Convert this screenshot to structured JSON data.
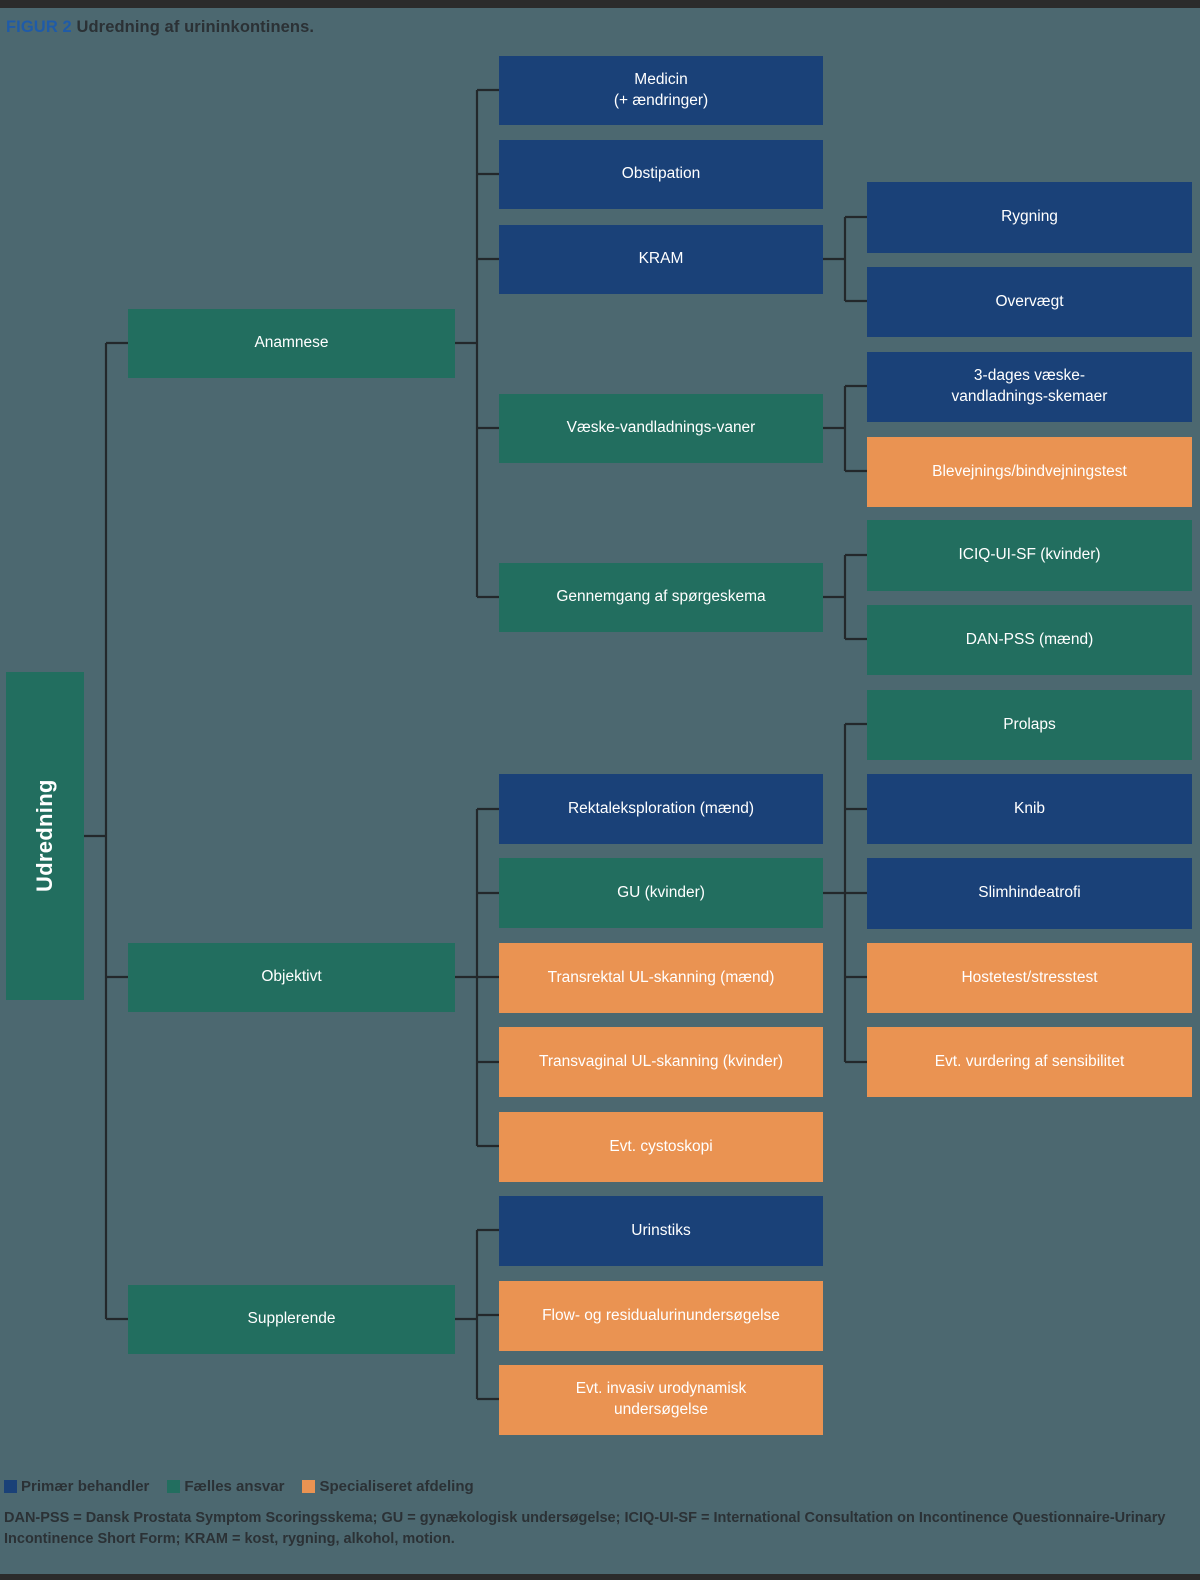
{
  "caption": {
    "figure_number": "FIGUR 2",
    "title": "Udredning af urininkontinens."
  },
  "root": {
    "label": "Udredning",
    "category": "green"
  },
  "branches": [
    {
      "label": "Anamnese",
      "category": "green"
    },
    {
      "label": "Objektivt",
      "category": "green"
    },
    {
      "label": "Supplerende",
      "category": "green"
    }
  ],
  "level2": [
    {
      "label": "Medicin\n(+ ændringer)",
      "category": "blue"
    },
    {
      "label": "Obstipation",
      "category": "blue"
    },
    {
      "label": "KRAM",
      "category": "blue"
    },
    {
      "label": "Væske-vandladnings-vaner",
      "category": "green"
    },
    {
      "label": "Gennemgang af spørgeskema",
      "category": "green"
    },
    {
      "label": "Rektaleksploration (mænd)",
      "category": "blue"
    },
    {
      "label": "GU (kvinder)",
      "category": "green"
    },
    {
      "label": "Transrektal UL-skanning (mænd)",
      "category": "orange"
    },
    {
      "label": "Transvaginal UL-skanning  (kvinder)",
      "category": "orange"
    },
    {
      "label": "Evt. cystoskopi",
      "category": "orange"
    },
    {
      "label": "Urinstiks",
      "category": "blue"
    },
    {
      "label": "Flow- og residualurinundersøgelse",
      "category": "orange"
    },
    {
      "label": "Evt. invasiv urodynamisk\nundersøgelse",
      "category": "orange"
    }
  ],
  "level3": [
    {
      "label": "Rygning",
      "category": "blue"
    },
    {
      "label": "Overvægt",
      "category": "blue"
    },
    {
      "label": "3-dages væske-\nvandladnings-skemaer",
      "category": "blue"
    },
    {
      "label": "Blevejnings/bindvejningstest",
      "category": "orange"
    },
    {
      "label": "ICIQ-UI-SF (kvinder)",
      "category": "green"
    },
    {
      "label": "DAN-PSS (mænd)",
      "category": "green"
    },
    {
      "label": "Prolaps",
      "category": "green"
    },
    {
      "label": "Knib",
      "category": "blue"
    },
    {
      "label": "Slimhindeatrofi",
      "category": "blue"
    },
    {
      "label": "Hostetest/stresstest",
      "category": "orange"
    },
    {
      "label": "Evt. vurdering af sensibilitet",
      "category": "orange"
    }
  ],
  "legend": [
    {
      "label": "Primær behandler",
      "color": "#1a4178",
      "category": "blue"
    },
    {
      "label": "Fælles ansvar",
      "color": "#226e5f",
      "category": "green"
    },
    {
      "label": "Specialiseret afdeling",
      "color": "#ea9352",
      "category": "orange"
    }
  ],
  "footnote": "DAN-PSS = Dansk Prostata Symptom Scoringsskema; GU = gynækologisk undersøgelse; ICIQ-UI-SF = International Consultation on Incontinence Questionnaire-Urinary Incontinence Short Form; KRAM = kost, rygning, alkohol, motion.",
  "colors": {
    "background": "#4c6870",
    "blue": "#1a4178",
    "green": "#226e5f",
    "orange": "#ea9352",
    "text_dark": "#2b3135",
    "accent_blue": "#1f5ba8",
    "connector": "#23282b"
  }
}
